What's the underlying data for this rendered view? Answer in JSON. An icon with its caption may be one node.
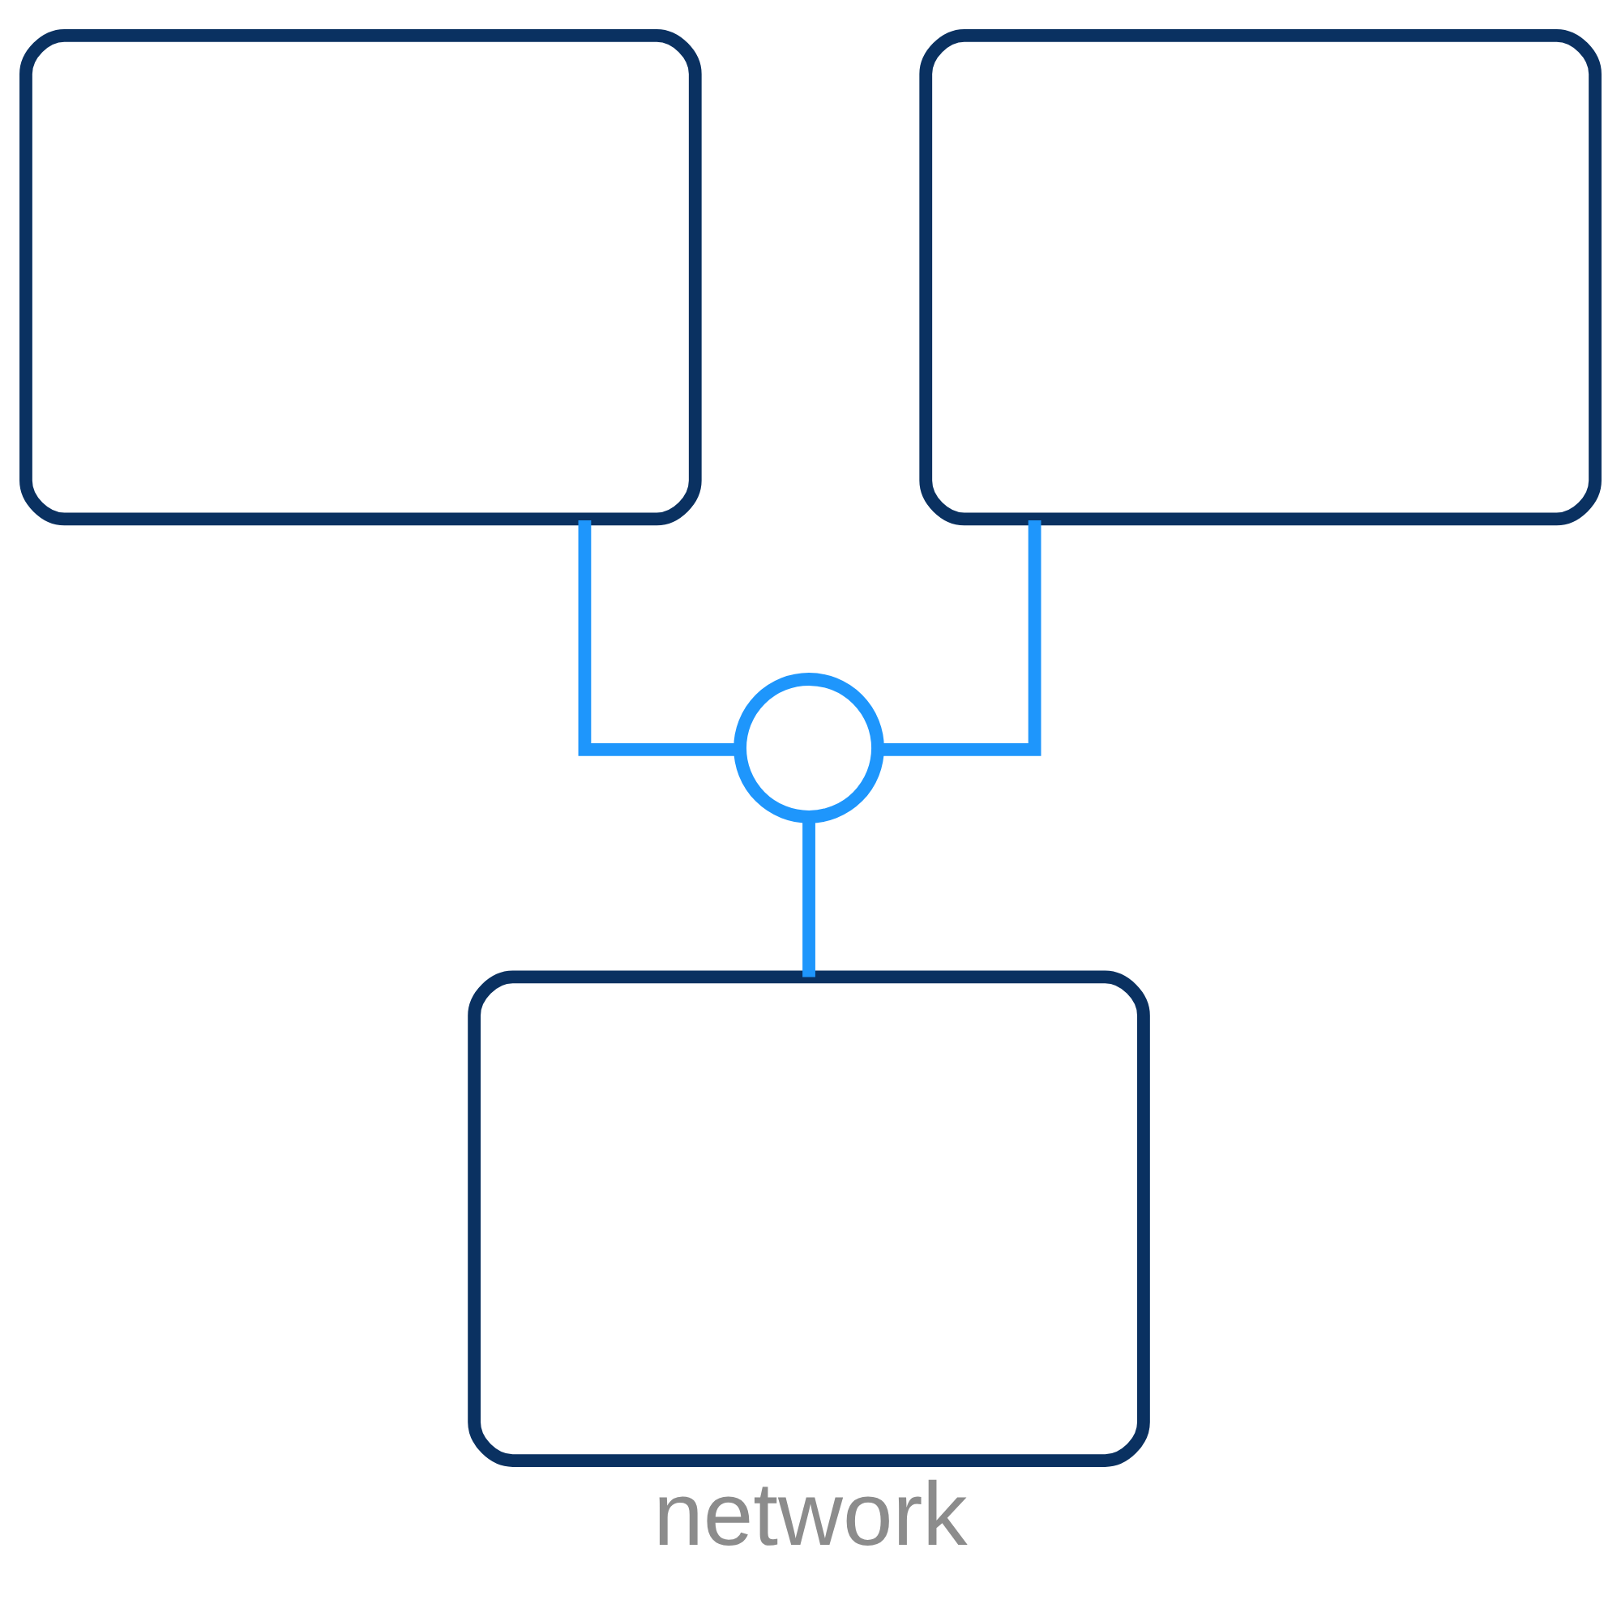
{
  "diagram": {
    "caption": "network",
    "nodes": [
      {
        "text": [],
        "shape": "monitor"
      },
      {
        "text": [],
        "shape": "monitor"
      },
      {
        "text": [],
        "shape": "circle"
      },
      {
        "text": [],
        "shape": "monitor"
      }
    ],
    "edges": [
      {
        "from": 0,
        "to": 2,
        "arrow": "none"
      },
      {
        "from": 1,
        "to": 2,
        "arrow": "none"
      },
      {
        "from": 2,
        "to": 3,
        "arrow": "none"
      }
    ]
  }
}
